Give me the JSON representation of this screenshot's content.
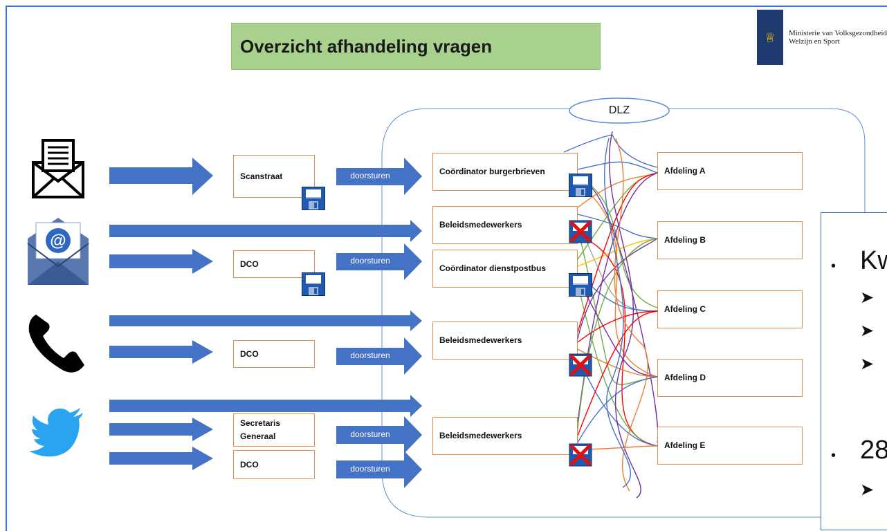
{
  "title": "Overzicht afhandeling vragen",
  "ministry": {
    "line1": "Ministerie van Volksgezondheid,",
    "line2": "Welzijn en Sport"
  },
  "dlz_label": "DLZ",
  "channels": [
    "letter-icon",
    "email-icon",
    "phone-icon",
    "twitter-icon"
  ],
  "intermediate": {
    "scanstraat": "Scanstraat",
    "dco_1": "DCO",
    "dco_2": "DCO",
    "secretaris": "Secretaris Generaal",
    "dco_3": "DCO"
  },
  "forward_label": "doorsturen",
  "handlers": {
    "coord_burger": "Coördinator burgerbrieven",
    "beleid_1": "Beleidsmedewerkers",
    "coord_dienst": "Coördinator dienstpostbus",
    "beleid_2": "Beleidsmedewerkers",
    "beleid_3": "Beleidsmedewerkers"
  },
  "departments": [
    "Afdeling A",
    "Afdeling B",
    "Afdeling C",
    "Afdeling D",
    "Afdeling E"
  ],
  "side_panel": {
    "bullet_1": "Kw",
    "bullet_2": "28"
  },
  "colors": {
    "arrow": "#4472c4",
    "box_border": "#e08c4a",
    "title_bg": "#a9d18e",
    "frame": "#3f78c8"
  }
}
